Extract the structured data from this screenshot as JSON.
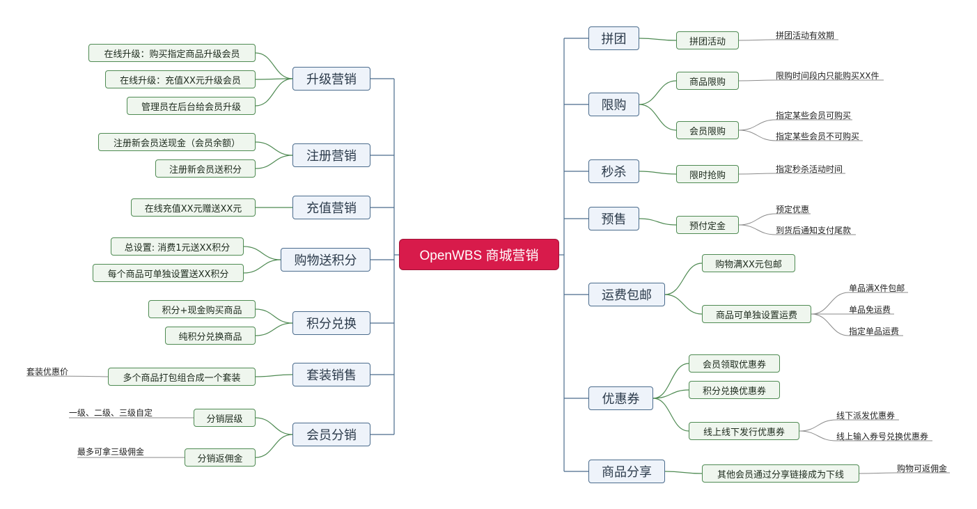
{
  "center": "OpenWBS 商城营销",
  "left": [
    {
      "key": "upgrade",
      "label": "升级营销",
      "children": [
        {
          "key": "upgrade-buy",
          "label": "在线升级：购买指定商品升级会员"
        },
        {
          "key": "upgrade-recharge",
          "label": "在线升级：充值XX元升级会员"
        },
        {
          "key": "upgrade-admin",
          "label": "管理员在后台给会员升级"
        }
      ]
    },
    {
      "key": "register",
      "label": "注册营销",
      "children": [
        {
          "key": "register-cash",
          "label": "注册新会员送现金（会员余额）"
        },
        {
          "key": "register-points",
          "label": "注册新会员送积分"
        }
      ]
    },
    {
      "key": "recharge",
      "label": "充值营销",
      "children": [
        {
          "key": "recharge-gift",
          "label": "在线充值XX元赠送XX元"
        }
      ]
    },
    {
      "key": "shopping",
      "label": "购物送积分",
      "children": [
        {
          "key": "shopping-total",
          "label": "总设置: 消费1元送XX积分"
        },
        {
          "key": "shopping-single",
          "label": "每个商品可单独设置送XX积分"
        }
      ]
    },
    {
      "key": "exchange",
      "label": "积分兑换",
      "children": [
        {
          "key": "exchange-mix",
          "label": "积分+现金购买商品"
        },
        {
          "key": "exchange-pure",
          "label": "纯积分兑换商品"
        }
      ]
    },
    {
      "key": "bundle",
      "label": "套装销售",
      "children": [
        {
          "key": "bundle-pack",
          "label": "多个商品打包组合成一个套装",
          "leaves": [
            "套装优惠价"
          ]
        }
      ]
    },
    {
      "key": "distribution",
      "label": "会员分销",
      "children": [
        {
          "key": "dist-level",
          "label": "分销层级",
          "leaves": [
            "一级、二级、三级自定"
          ]
        },
        {
          "key": "dist-commission",
          "label": "分销返佣金",
          "leaves": [
            "最多可拿三级佣金"
          ]
        }
      ]
    }
  ],
  "right": [
    {
      "key": "group",
      "label": "拼团",
      "children": [
        {
          "key": "group-activity",
          "label": "拼团活动",
          "leaves": [
            "拼团活动有效期"
          ]
        }
      ]
    },
    {
      "key": "limit",
      "label": "限购",
      "children": [
        {
          "key": "limit-goods",
          "label": "商品限购",
          "leaves": [
            "限购时间段内只能购买XX件"
          ]
        },
        {
          "key": "limit-member",
          "label": "会员限购",
          "leaves": [
            "指定某些会员可购买",
            "指定某些会员不可购买"
          ]
        }
      ]
    },
    {
      "key": "flash",
      "label": "秒杀",
      "children": [
        {
          "key": "flash-time",
          "label": "限时抢购",
          "leaves": [
            "指定秒杀活动时间"
          ]
        }
      ]
    },
    {
      "key": "presale",
      "label": "预售",
      "children": [
        {
          "key": "presale-deposit",
          "label": "预付定金",
          "leaves": [
            "预定优惠",
            "到货后通知支付尾款"
          ]
        }
      ]
    },
    {
      "key": "shipping",
      "label": "运费包邮",
      "children": [
        {
          "key": "ship-full",
          "label": "购物满XX元包邮"
        },
        {
          "key": "ship-single",
          "label": "商品可单独设置运费",
          "leaves": [
            "单品满X件包邮",
            "单品免运费",
            "指定单品运费"
          ]
        }
      ]
    },
    {
      "key": "coupon",
      "label": "优惠券",
      "children": [
        {
          "key": "coupon-claim",
          "label": "会员领取优惠券"
        },
        {
          "key": "coupon-points",
          "label": "积分兑换优惠券"
        },
        {
          "key": "coupon-offline",
          "label": "线上线下发行优惠券",
          "leaves": [
            "线下派发优惠券",
            "线上输入券号兑换优惠券"
          ]
        }
      ]
    },
    {
      "key": "share",
      "label": "商品分享",
      "children": [
        {
          "key": "share-link",
          "label": "其他会员通过分享链接成为下线",
          "leaves": [
            "购物可返佣金"
          ]
        }
      ]
    }
  ]
}
